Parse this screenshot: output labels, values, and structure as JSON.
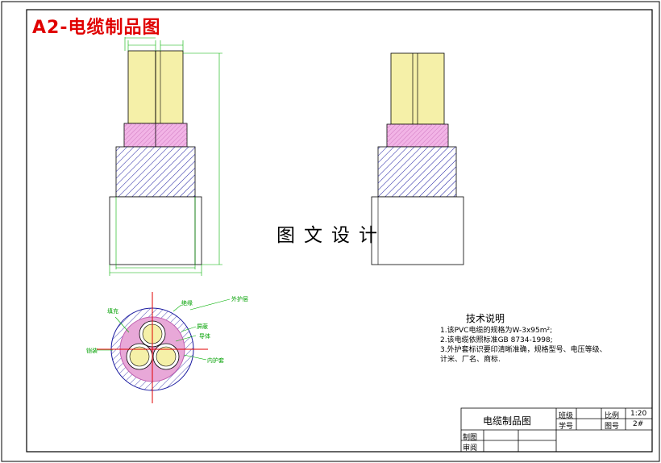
{
  "sheet": {
    "title": "A2-电缆制品图",
    "watermark": "图文设计"
  },
  "callouts": {
    "outer_sheath": "外护层",
    "insulation": "绝缘",
    "shield": "屏蔽",
    "conductor": "导体",
    "filler": "填充",
    "armor": "铠装",
    "inner_sheath": "内护套"
  },
  "notes": {
    "title": "技术说明",
    "lines": [
      "1.该PVC电缆的规格为W-3x95m²;",
      "2.该电缆依照标准GB 8734-1998;",
      "3.外护套标识要印清晰准确，规格型号、电压等级、",
      "计米、厂名、商标."
    ]
  },
  "title_block": {
    "drawing_name": "电缆制品图",
    "class_label": "班级",
    "student_id_label": "学号",
    "scale_label": "比例",
    "scale_value": "1:20",
    "drawing_no_label": "图号",
    "drawing_no_value": "2#",
    "drawn_label": "制图",
    "review_label": "审阅"
  },
  "colors": {
    "frame": "#000000",
    "conductor": "#f5f0a8",
    "insulation": "#f2b4e6",
    "armor_hatch": "#1a1aa0",
    "dimension": "#00b000",
    "title_red": "#e00000"
  }
}
